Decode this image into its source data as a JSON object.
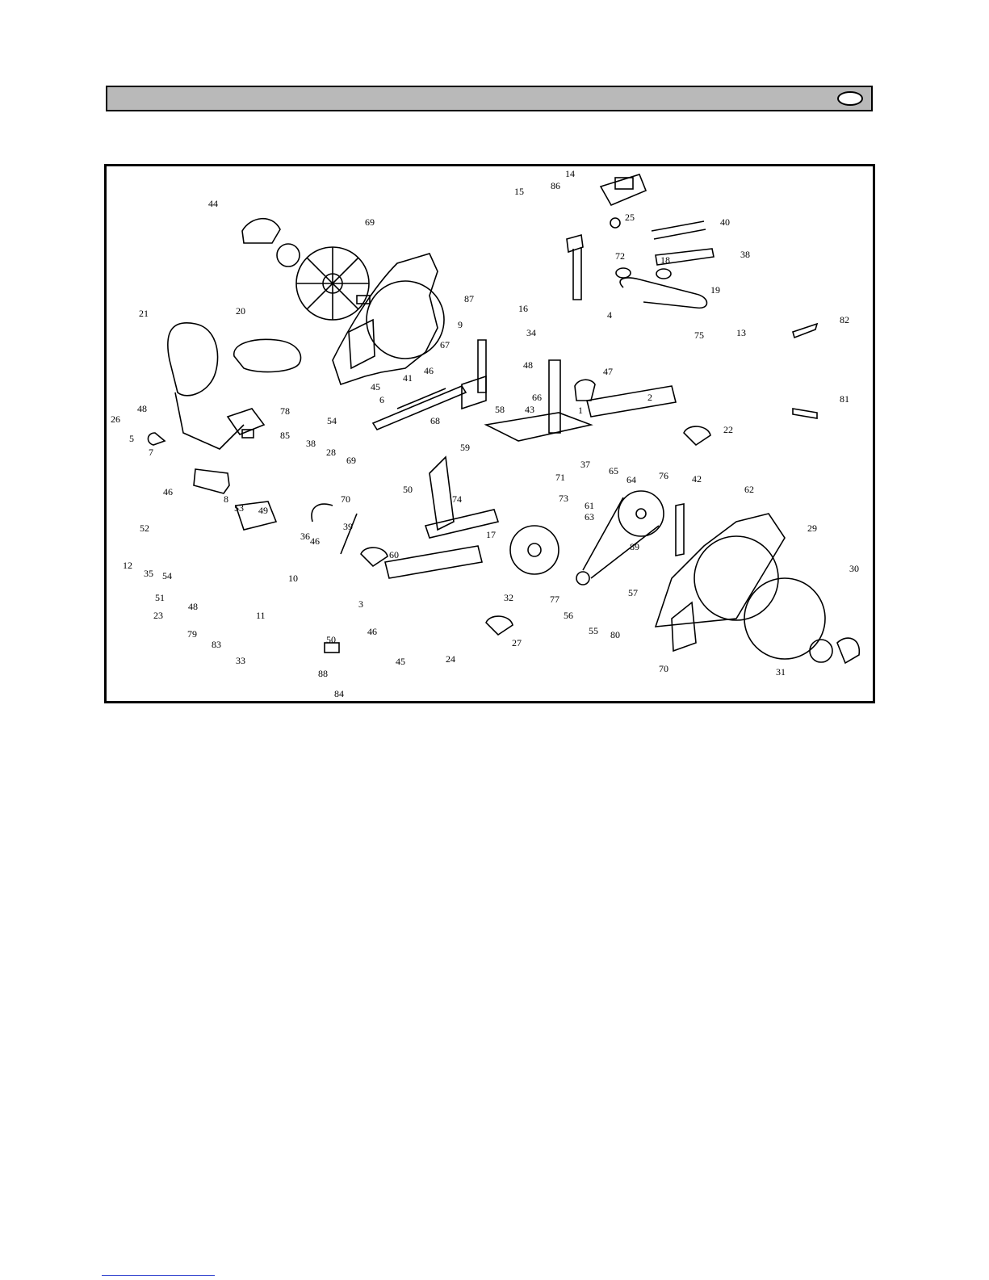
{
  "header": {
    "title": "",
    "page_badge": ""
  },
  "diagram": {
    "title": "",
    "labels": [
      "14",
      "86",
      "15",
      "25",
      "40",
      "38",
      "72",
      "18",
      "19",
      "4",
      "75",
      "13",
      "44",
      "69",
      "87",
      "16",
      "34",
      "9",
      "67",
      "48",
      "47",
      "46",
      "41",
      "45",
      "6",
      "66",
      "43",
      "58",
      "68",
      "82",
      "21",
      "20",
      "48",
      "26",
      "78",
      "5",
      "7",
      "85",
      "46",
      "38",
      "28",
      "54",
      "2",
      "1",
      "22",
      "37",
      "81",
      "59",
      "50",
      "69",
      "70",
      "71",
      "74",
      "61",
      "73",
      "63",
      "65",
      "64",
      "76",
      "42",
      "62",
      "29",
      "30",
      "8",
      "53",
      "49",
      "52",
      "36",
      "46",
      "12",
      "35",
      "54",
      "10",
      "39",
      "60",
      "17",
      "3",
      "32",
      "77",
      "56",
      "57",
      "55",
      "80",
      "89",
      "51",
      "48",
      "23",
      "79",
      "11",
      "83",
      "33",
      "50",
      "46",
      "45",
      "24",
      "27",
      "88",
      "84",
      "70",
      "31"
    ]
  }
}
